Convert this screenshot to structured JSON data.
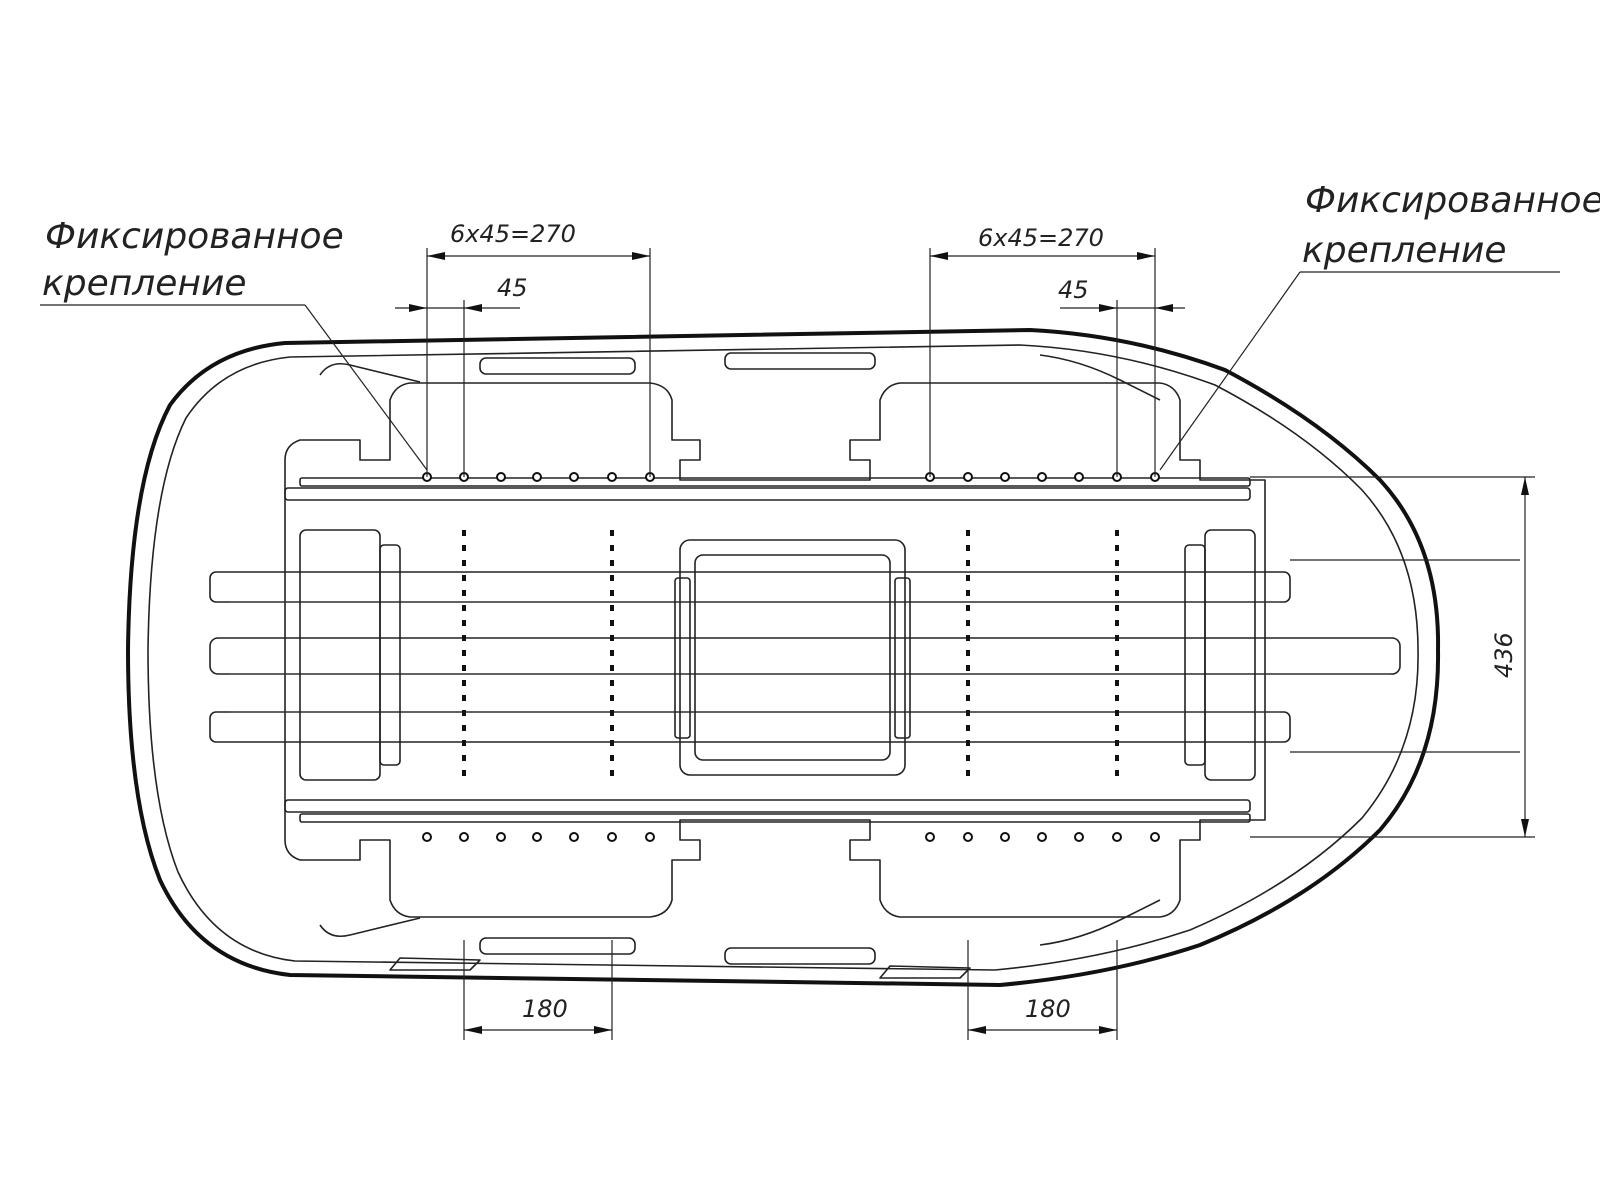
{
  "annotations": {
    "left_label_line1": "Фиксированное",
    "left_label_line2": "крепление",
    "right_label_line1": "Фиксированное",
    "right_label_line2": "крепление"
  },
  "dimensions": {
    "top_left_span": "6x45=270",
    "top_left_step": "45",
    "top_right_span": "6x45=270",
    "top_right_step": "45",
    "bottom_left_span": "180",
    "bottom_right_span": "180",
    "width": "436"
  }
}
